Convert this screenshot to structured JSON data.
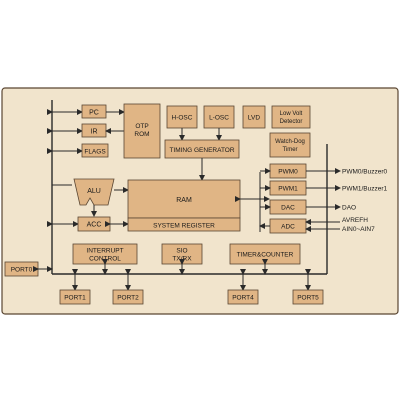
{
  "colors": {
    "background": "#f1e4cc",
    "block_fill": "#e0b585",
    "block_border": "#5a4632",
    "line": "#2a2a2a"
  },
  "blocks": {
    "pc": "PC",
    "ir": "IR",
    "flags": "FLAGS",
    "otp_rom": [
      "OTP",
      "ROM"
    ],
    "h_osc": "H-OSC",
    "l_osc": "L-OSC",
    "lvd": "LVD",
    "low_volt": [
      "Low Volt",
      "Detector"
    ],
    "timing_generator": "TIMING GENERATOR",
    "watchdog": [
      "Watch-Dog",
      "Timer"
    ],
    "alu": "ALU",
    "acc": "ACC",
    "ram": "RAM",
    "system_register": "SYSTEM REGISTER",
    "pwm0": "PWM0",
    "pwm1": "PWM1",
    "dac": "DAC",
    "adc": "ADC",
    "interrupt": [
      "INTERRUPT",
      "CONTROL"
    ],
    "sio": [
      "SIO",
      "TX/RX"
    ],
    "timer_counter": "TIMER&COUNTER",
    "port0": "PORT0",
    "port1": "PORT1",
    "port2": "PORT2",
    "port4": "PORT4",
    "port5": "PORT5"
  },
  "signals": {
    "pwm0_out": "PWM0/Buzzer0",
    "pwm1_out": "PWM1/Buzzer1",
    "dao": "DAO",
    "avrefh": "AVREFH",
    "ain": "AIN0~AIN7"
  }
}
